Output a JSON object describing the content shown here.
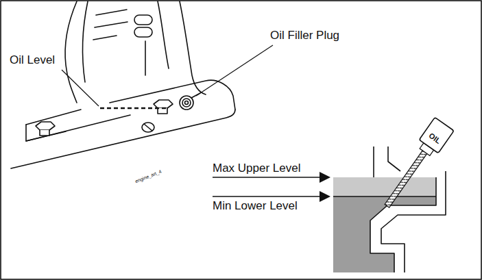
{
  "diagram": {
    "labels": [
      "Oil Level",
      "Oil Filler Plug",
      "Max Upper Level",
      "Min Lower Level",
      "engine_art_4",
      "OIL"
    ]
  }
}
